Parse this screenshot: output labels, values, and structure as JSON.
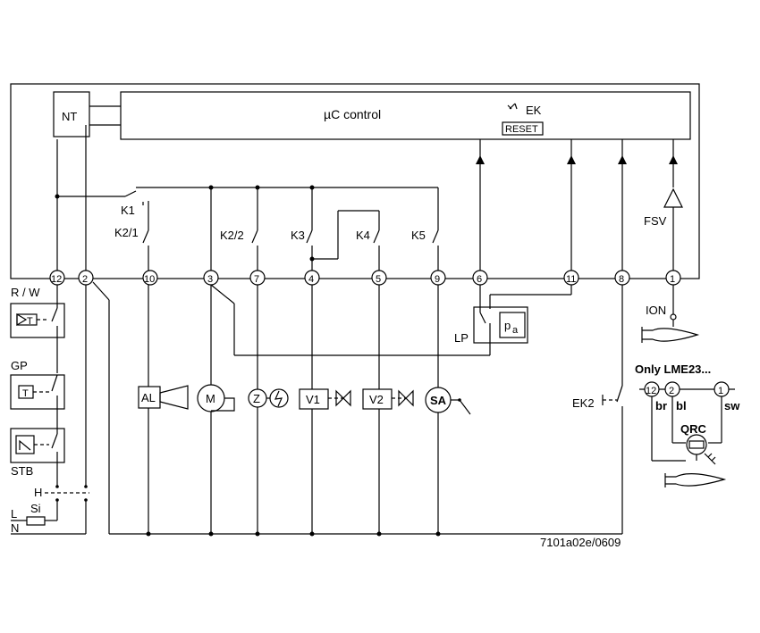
{
  "control": {
    "title": "µC control",
    "ek": "EK",
    "reset": "RESET",
    "nt": "NT"
  },
  "terminals": [
    "12",
    "2",
    "10",
    "3",
    "7",
    "4",
    "5",
    "9",
    "6",
    "11",
    "8",
    "1"
  ],
  "relays": {
    "k1": "K1",
    "k21": "K2/1",
    "k22": "K2/2",
    "k3": "K3",
    "k4": "K4",
    "k5": "K5"
  },
  "labels": {
    "fsv": "FSV",
    "rw": "R / W",
    "gp": "GP",
    "stb": "STB",
    "h": "H",
    "si": "Si",
    "l": "L",
    "n": "N",
    "lp": "LP",
    "pa": "p",
    "pa_sub": "a",
    "ion": "ION",
    "ek2": "EK2",
    "t1": "T",
    "t2": "T"
  },
  "loads": {
    "al": "AL",
    "m": "M",
    "z": "Z",
    "v1": "V1",
    "v2": "V2",
    "sa": "SA"
  },
  "lme": {
    "title": "Only LME23...",
    "terminals": [
      "12",
      "2",
      "1"
    ],
    "wires": [
      "br",
      "bl",
      "sw"
    ],
    "qrc": "QRC"
  },
  "footer": {
    "code": "7101a02e/0609"
  }
}
